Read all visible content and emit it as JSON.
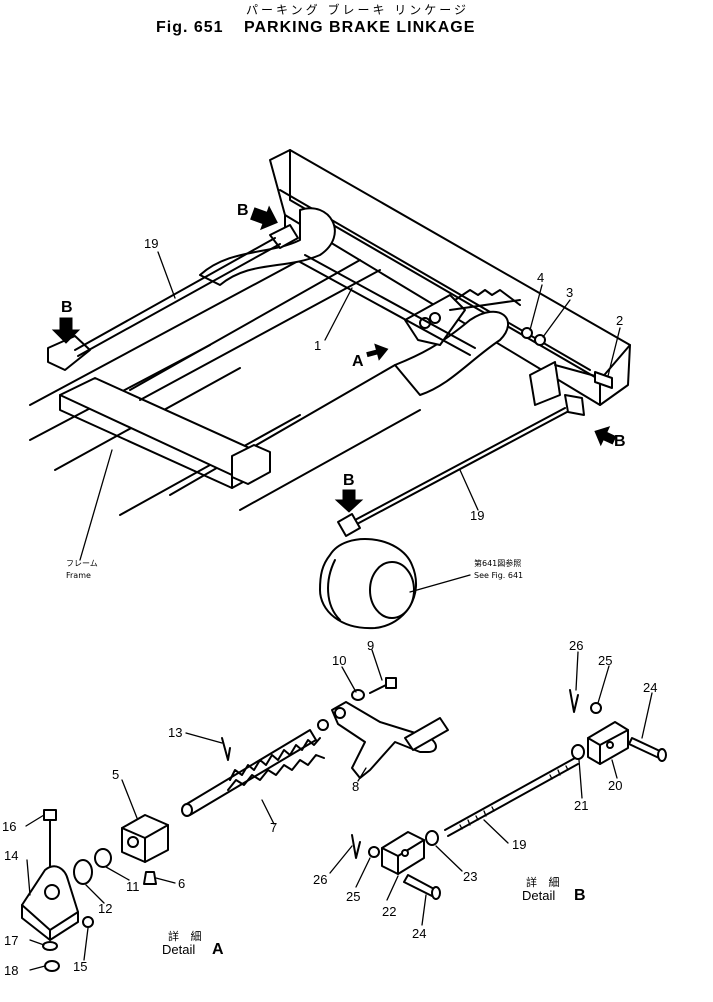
{
  "header": {
    "title_jp": "パーキング ブレーキ リンケージ",
    "figure_no": "Fig. 651",
    "title_en": "PARKING BRAKE LINKAGE"
  },
  "labels": {
    "frame_jp": "フレーム",
    "frame_en": "Frame",
    "see_fig_jp": "第641図参照",
    "see_fig_en": "See Fig. 641",
    "view_a": "A",
    "view_b": "B"
  },
  "callouts": {
    "p1": "1",
    "p2": "2",
    "p3": "3",
    "p4": "4",
    "p5": "5",
    "p6": "6",
    "p7": "7",
    "p8": "8",
    "p9": "9",
    "p10": "10",
    "p11": "11",
    "p12": "12",
    "p13": "13",
    "p14": "14",
    "p15": "15",
    "p16": "16",
    "p17": "17",
    "p18": "18",
    "p19": "19",
    "p20": "20",
    "p21": "21",
    "p22": "22",
    "p23": "23",
    "p24": "24",
    "p25": "25",
    "p26": "26"
  },
  "details": {
    "detail_jp": "詳 細",
    "detail_en": "Detail",
    "a_letter": "A",
    "b_letter": "B"
  }
}
